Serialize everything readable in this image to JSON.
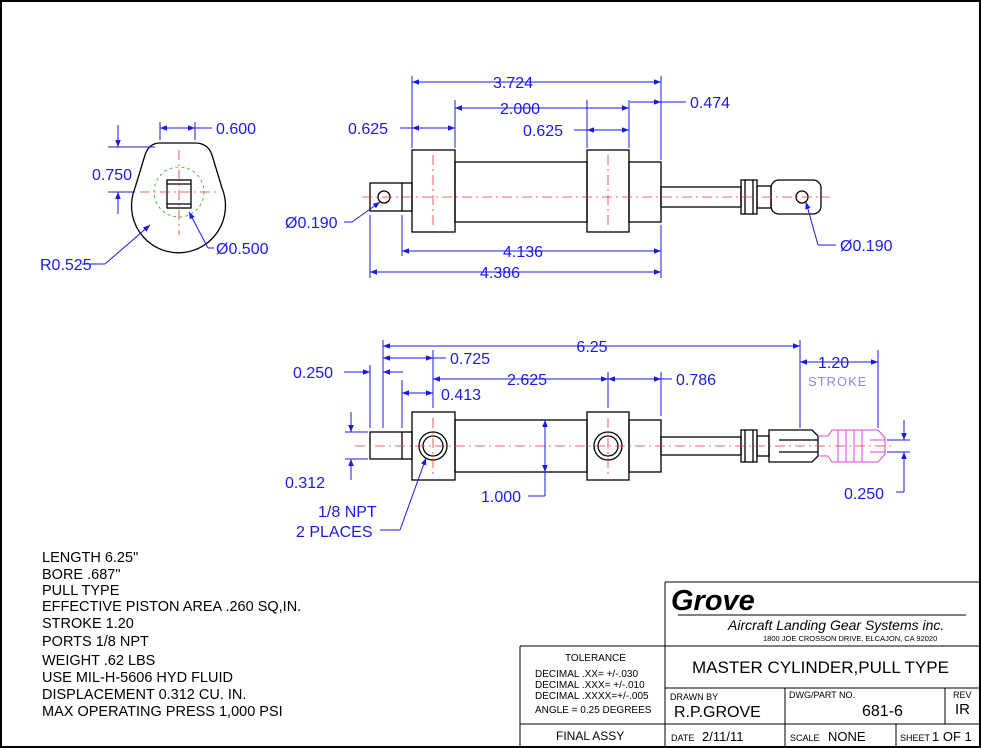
{
  "colors": {
    "dimension": "#1a1ae6",
    "outline": "#000000",
    "centerline": "#ee3333",
    "hidden": "#22aa22",
    "phantom": "#e040e0"
  },
  "top_view": {
    "d_3724": "3.724",
    "d_2000": "2.000",
    "d_0625a": "0.625",
    "d_0625b": "0.625",
    "d_0474": "0.474",
    "d_0190_left": "Ø0.190",
    "d_0190_right": "Ø0.190",
    "d_4136": "4.136",
    "d_4386": "4.386"
  },
  "end_view": {
    "d_0600": "0.600",
    "d_0750": "0.750",
    "d_r0525": "R0.525",
    "d_0500": "Ø0.500"
  },
  "side_view": {
    "d_625": "6.25",
    "d_0725": "0.725",
    "d_0250a": "0.250",
    "d_2625": "2.625",
    "d_0786": "0.786",
    "d_0413": "0.413",
    "d_120": "1.20",
    "stroke": "STROKE",
    "d_0312": "0.312",
    "d_1000": "1.000",
    "d_0250b": "0.250",
    "npt_line1": "1/8 NPT",
    "npt_line2": "2 PLACES"
  },
  "specs": [
    "LENGTH 6.25\"",
    "BORE .687\"",
    "PULL TYPE",
    "EFFECTIVE PISTON AREA .260 SQ,IN.",
    "STROKE 1.20",
    "PORTS 1/8 NPT",
    "WEIGHT .62 LBS",
    "USE MIL-H-5606 HYD FLUID",
    "DISPLACEMENT 0.312 CU. IN.",
    "MAX OPERATING PRESS 1,000 PSI"
  ],
  "title_block": {
    "logo": "Grove",
    "company": "Aircraft Landing Gear Systems inc.",
    "address": "1800 JOE CROSSON DRIVE, ELCAJON, CA 92020",
    "tolerance_label": "TOLERANCE",
    "tol1": "DECIMAL .XX=  +/-.030",
    "tol2": "DECIMAL .XXX= +/-.010",
    "tol3": "DECIMAL .XXXX=+/-.005",
    "tol4": "ANGLE = 0.25 DEGREES",
    "title": "MASTER CYLINDER,PULL TYPE",
    "drawn_by_label": "DRAWN BY",
    "drawn_by": "R.P.GROVE",
    "dwg_label": "DWG/PART NO.",
    "dwg_no": "681-6",
    "rev_label": "REV",
    "rev": "IR",
    "final": "FINAL ASSY",
    "date_label": "DATE",
    "date": "2/11/11",
    "scale_label": "SCALE",
    "scale": "NONE",
    "sheet_label": "SHEET",
    "sheet": "1 OF 1"
  }
}
